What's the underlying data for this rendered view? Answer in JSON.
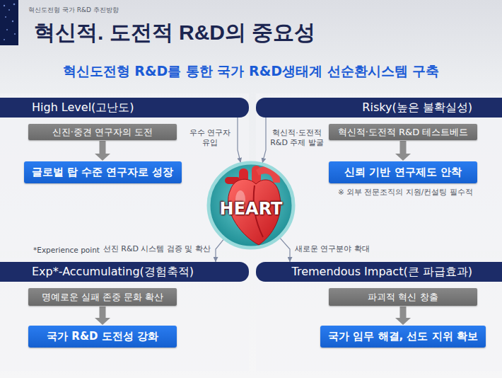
{
  "diagram": {
    "title": "혁신적. 도전적 R&D의 중요성",
    "nodes": [
      {
        "text": [
          "High Level(고난도)"
        ]
      },
      {
        "text": [
          "신진·중견 연구자의 도전"
        ]
      },
      {
        "text": [
          "글로벌 탑 수준 연구자로 성장"
        ]
      },
      {
        "text": [
          "Risky(높은 불확실성)"
        ]
      },
      {
        "text": [
          "혁신적·도전적 R&D 테스트베드"
        ]
      },
      {
        "text": [
          "신뢰 기반 연구제도 안착"
        ]
      },
      {
        "text": [
          "HEART"
        ]
      },
      {
        "text": [
          "Exp*-Accumulating(경험축적)"
        ]
      },
      {
        "text": [
          "명예로운 실패 존중 문화 확산"
        ]
      },
      {
        "text": [
          "국가 R&D 도전성 강화"
        ]
      },
      {
        "text": [
          "Tremendous Impact(큰 파급효과)"
        ]
      },
      {
        "text": [
          "파괴적 혁신 창출"
        ]
      },
      {
        "text": [
          "국가 임무 해결, 선도 지위 확보"
        ]
      }
    ],
    "edges": [
      {
        "from": 1,
        "to": 2,
        "arrow": "to"
      },
      {
        "from": 4,
        "to": 5,
        "arrow": "to"
      },
      {
        "from": 0,
        "to": 6,
        "label": "우수 연구자 유입",
        "arrow": "to"
      },
      {
        "from": 3,
        "to": 6,
        "label": "혁신적·도전적 R&D 주제 발굴",
        "arrow": "to"
      },
      {
        "from": 6,
        "to": 7,
        "label": "선진 R&D 시스템 검증 및 확산",
        "arrow": "to"
      },
      {
        "from": 6,
        "to": 10,
        "label": "새로운 연구분야 확대",
        "arrow": "to"
      },
      {
        "from": 8,
        "to": 9,
        "arrow": "to"
      },
      {
        "from": 11,
        "to": 12,
        "arrow": "to"
      }
    ],
    "labels": [
      "혁신도전형 국가 R&D 추진방향",
      "혁신도전형 R&D를 통한 국가 R&D생태계 선순환시스템 구축",
      "※ 외부 전문조직의 지원/컨설팅 필수적",
      "*Experience point"
    ]
  }
}
